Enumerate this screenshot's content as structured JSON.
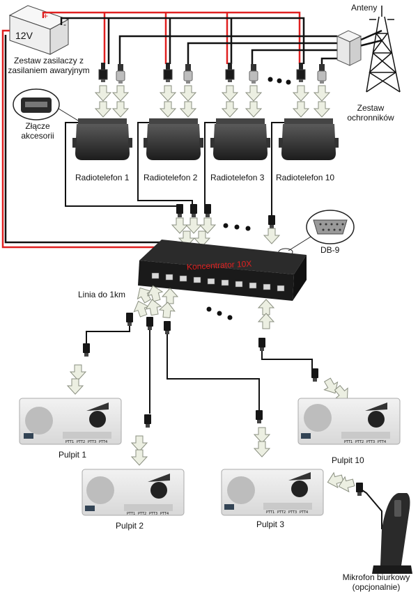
{
  "battery": {
    "voltage": "12V",
    "plus": "+",
    "minus": "-"
  },
  "labels": {
    "power_supply": "Zestaw zasilaczy z zasilaniem awaryjnym",
    "accessory_connector": "Złącze akcesorii",
    "antennas": "Anteny",
    "protectors": "Zestaw ochronników",
    "concentrator": "Koncentrator 10X",
    "db9": "DB-9",
    "line": "Linia do 1km",
    "microphone": "Mikrofon biurkowy (opcjonalnie)"
  },
  "radios": [
    {
      "label": "Radiotelefon 1"
    },
    {
      "label": "Radiotelefon 2"
    },
    {
      "label": "Radiotelefon 3"
    },
    {
      "label": "Radiotelefon 10"
    }
  ],
  "consoles": [
    {
      "label": "Pulpit 1"
    },
    {
      "label": "Pulpit 2"
    },
    {
      "label": "Pulpit 3"
    },
    {
      "label": "Pulpit 10"
    }
  ],
  "console_buttons": [
    "PTT1",
    "PTT2",
    "PTT3",
    "PTT4"
  ],
  "colors": {
    "power_wire": "#e02020",
    "cable": "#111111",
    "arrow": "#ecefe2",
    "arrow_stroke": "#8a8f80"
  }
}
